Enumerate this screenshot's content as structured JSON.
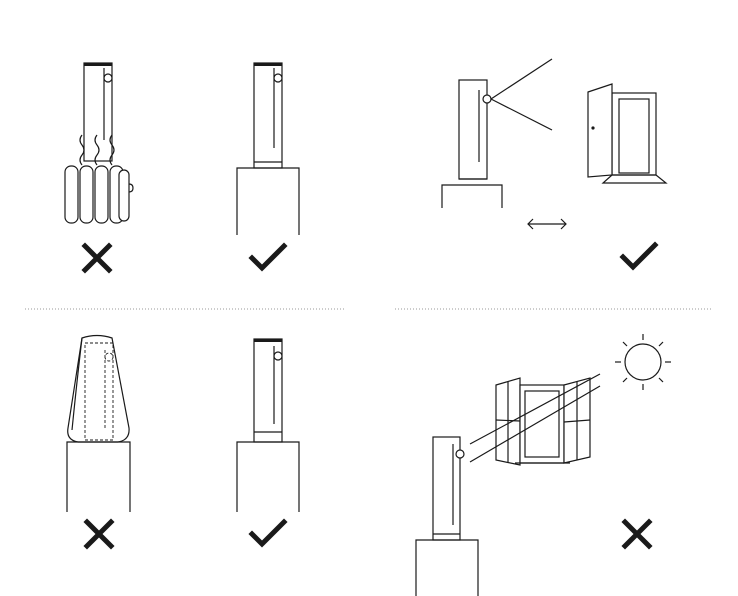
{
  "panels": [
    {
      "id": "heat-source",
      "verdict": "cross"
    },
    {
      "id": "flat-surface",
      "verdict": "check"
    },
    {
      "id": "facing-door",
      "verdict": "check"
    },
    {
      "id": "covered",
      "verdict": "cross"
    },
    {
      "id": "uncovered",
      "verdict": "check"
    },
    {
      "id": "facing-window-sunlight",
      "verdict": "cross"
    }
  ],
  "colors": {
    "ink": "#1a1a1a",
    "separator": "#9a9a9a",
    "background": "#ffffff"
  }
}
